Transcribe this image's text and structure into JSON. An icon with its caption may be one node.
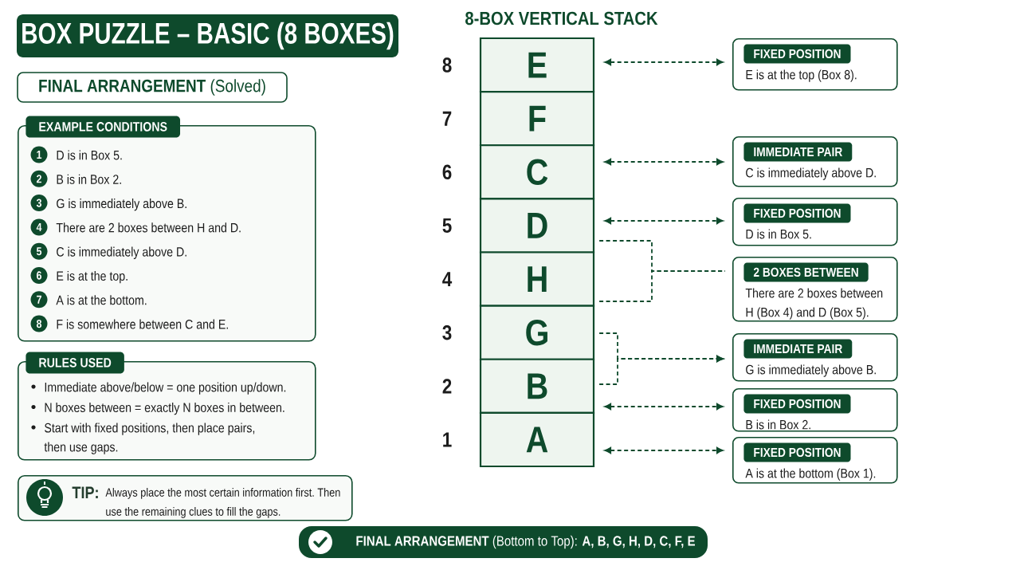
{
  "diagram": {
    "title": "BOX PUZZLE – BASIC (8 BOXES)",
    "nodes": [
      {
        "text": [
          "**FINAL ARRANGEMENT** (Solved)"
        ]
      },
      {
        "text": [
          "EXAMPLE CONDITIONS"
        ]
      },
      {
        "text": [
          "1"
        ],
        "in": 1,
        "beside": [
          "D is in Box 5."
        ]
      },
      {
        "text": [
          "2"
        ],
        "in": 1,
        "beside": [
          "B is in Box 2."
        ]
      },
      {
        "text": [
          "3"
        ],
        "in": 1,
        "beside": [
          "G is immediately above B."
        ]
      },
      {
        "text": [
          "4"
        ],
        "in": 1,
        "beside": [
          "There are 2 boxes between H and D."
        ]
      },
      {
        "text": [
          "5"
        ],
        "in": 1,
        "beside": [
          "C is immediately above D."
        ]
      },
      {
        "text": [
          "6"
        ],
        "in": 1,
        "beside": [
          "E is at the top."
        ]
      },
      {
        "text": [
          "7"
        ],
        "in": 1,
        "beside": [
          "A is at the bottom."
        ]
      },
      {
        "text": [
          "8"
        ],
        "in": 1,
        "beside": [
          "F is somewhere between C and E."
        ]
      },
      {
        "text": [
          "RULES USED",
          "Immediate above/below = one position up/down.",
          "N boxes between = exactly N boxes in between.",
          "Start with fixed positions, then place pairs, then use gaps."
        ]
      },
      {
        "text": [
          "TIP:",
          "Always place the most certain information first. Then use the remaining clues to fill the gaps."
        ]
      },
      {
        "text": [
          "E"
        ],
        "beside": [
          "8"
        ]
      },
      {
        "text": [
          "F"
        ],
        "beside": [
          "7"
        ]
      },
      {
        "text": [
          "C"
        ],
        "beside": [
          "6"
        ]
      },
      {
        "text": [
          "D"
        ],
        "beside": [
          "5"
        ]
      },
      {
        "text": [
          "H"
        ],
        "beside": [
          "4"
        ]
      },
      {
        "text": [
          "G"
        ],
        "beside": [
          "3"
        ]
      },
      {
        "text": [
          "B"
        ],
        "beside": [
          "2"
        ]
      },
      {
        "text": [
          "A"
        ],
        "beside": [
          "1"
        ]
      },
      {
        "text": [
          "FIXED POSITION",
          "E is at the top (Box 8)."
        ]
      },
      {
        "text": [
          "IMMEDIATE PAIR",
          "C is immediately above D."
        ]
      },
      {
        "text": [
          "FIXED POSITION",
          "D is in Box 5."
        ]
      },
      {
        "text": [
          "2 BOXES BETWEEN",
          "There are 2 boxes between H (Box 4) and D (Box 5)."
        ]
      },
      {
        "text": [
          "IMMEDIATE PAIR",
          "G is immediately above B."
        ]
      },
      {
        "text": [
          "FIXED POSITION",
          "B is in Box 2."
        ]
      },
      {
        "text": [
          "FIXED POSITION",
          "A is at the bottom (Box 1)."
        ]
      },
      {
        "text": [
          "**FINAL ARRANGEMENT** (Bottom to Top): **A, B, G, H, D, C, F, E**"
        ]
      }
    ],
    "edges": [
      {
        "from": 12,
        "to": 20,
        "arrow": "both",
        "style": "dashed"
      },
      {
        "from": 14,
        "to": 21,
        "arrow": "both",
        "style": "dashed"
      },
      {
        "from": 15,
        "to": 22,
        "arrow": "both",
        "style": "dashed"
      },
      {
        "from": 15,
        "to": 23,
        "arrow": "none",
        "style": "dashed"
      },
      {
        "from": 16,
        "to": 23,
        "arrow": "none",
        "style": "dashed"
      },
      {
        "from": 17,
        "to": 24,
        "arrow": "to",
        "style": "dashed"
      },
      {
        "from": 18,
        "to": 24,
        "arrow": "to",
        "style": "dashed"
      },
      {
        "from": 18,
        "to": 25,
        "arrow": "both",
        "style": "dashed"
      },
      {
        "from": 19,
        "to": 26,
        "arrow": "both",
        "style": "dashed"
      }
    ],
    "labels": [
      "8-BOX VERTICAL STACK"
    ]
  }
}
